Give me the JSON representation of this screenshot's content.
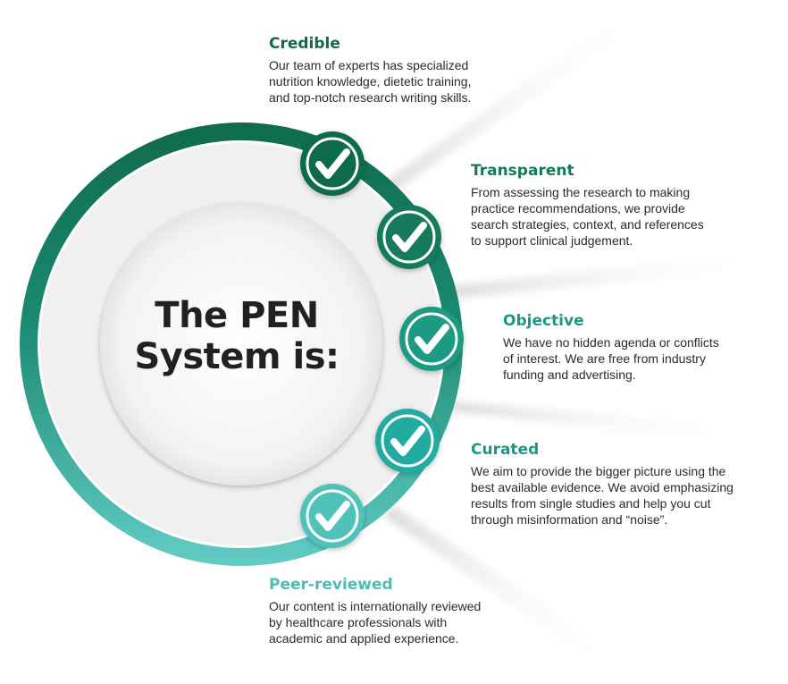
{
  "center": {
    "line1": "The PEN",
    "line2": "System is:"
  },
  "colors": {
    "ring_top": "#0f6b4c",
    "ring_mid": "#1a9a82",
    "ring_bottom": "#5cc9c0",
    "title_dark": "#0f6b4c",
    "title_mid": "#1a9a82",
    "title_light": "#3aa9a3",
    "text": "#2b2b2b",
    "check": "#ffffff"
  },
  "items": [
    {
      "icon": "checkmark-icon",
      "title": "Credible",
      "lines": [
        "Our team of experts has specialized",
        "nutrition knowledge, dietetic training,",
        "and top-notch research writing skills."
      ]
    },
    {
      "icon": "checkmark-icon",
      "title": "Transparent",
      "lines": [
        "From assessing the research to making",
        "practice recommendations, we provide",
        "search strategies, context, and references",
        "to support clinical judgement."
      ]
    },
    {
      "icon": "checkmark-icon",
      "title": "Objective",
      "lines": [
        "We have no hidden agenda or conflicts",
        "of interest. We are free from industry",
        "funding and advertising."
      ]
    },
    {
      "icon": "checkmark-icon",
      "title": "Curated",
      "lines": [
        "We aim to provide the bigger picture using the",
        "best available evidence. We avoid emphasizing",
        "results from single studies and help you cut",
        "through misinformation and “noise”."
      ]
    },
    {
      "icon": "checkmark-icon",
      "title": "Peer-reviewed",
      "lines": [
        "Our content is internationally reviewed",
        "by healthcare professionals with",
        "academic and applied experience."
      ]
    }
  ]
}
